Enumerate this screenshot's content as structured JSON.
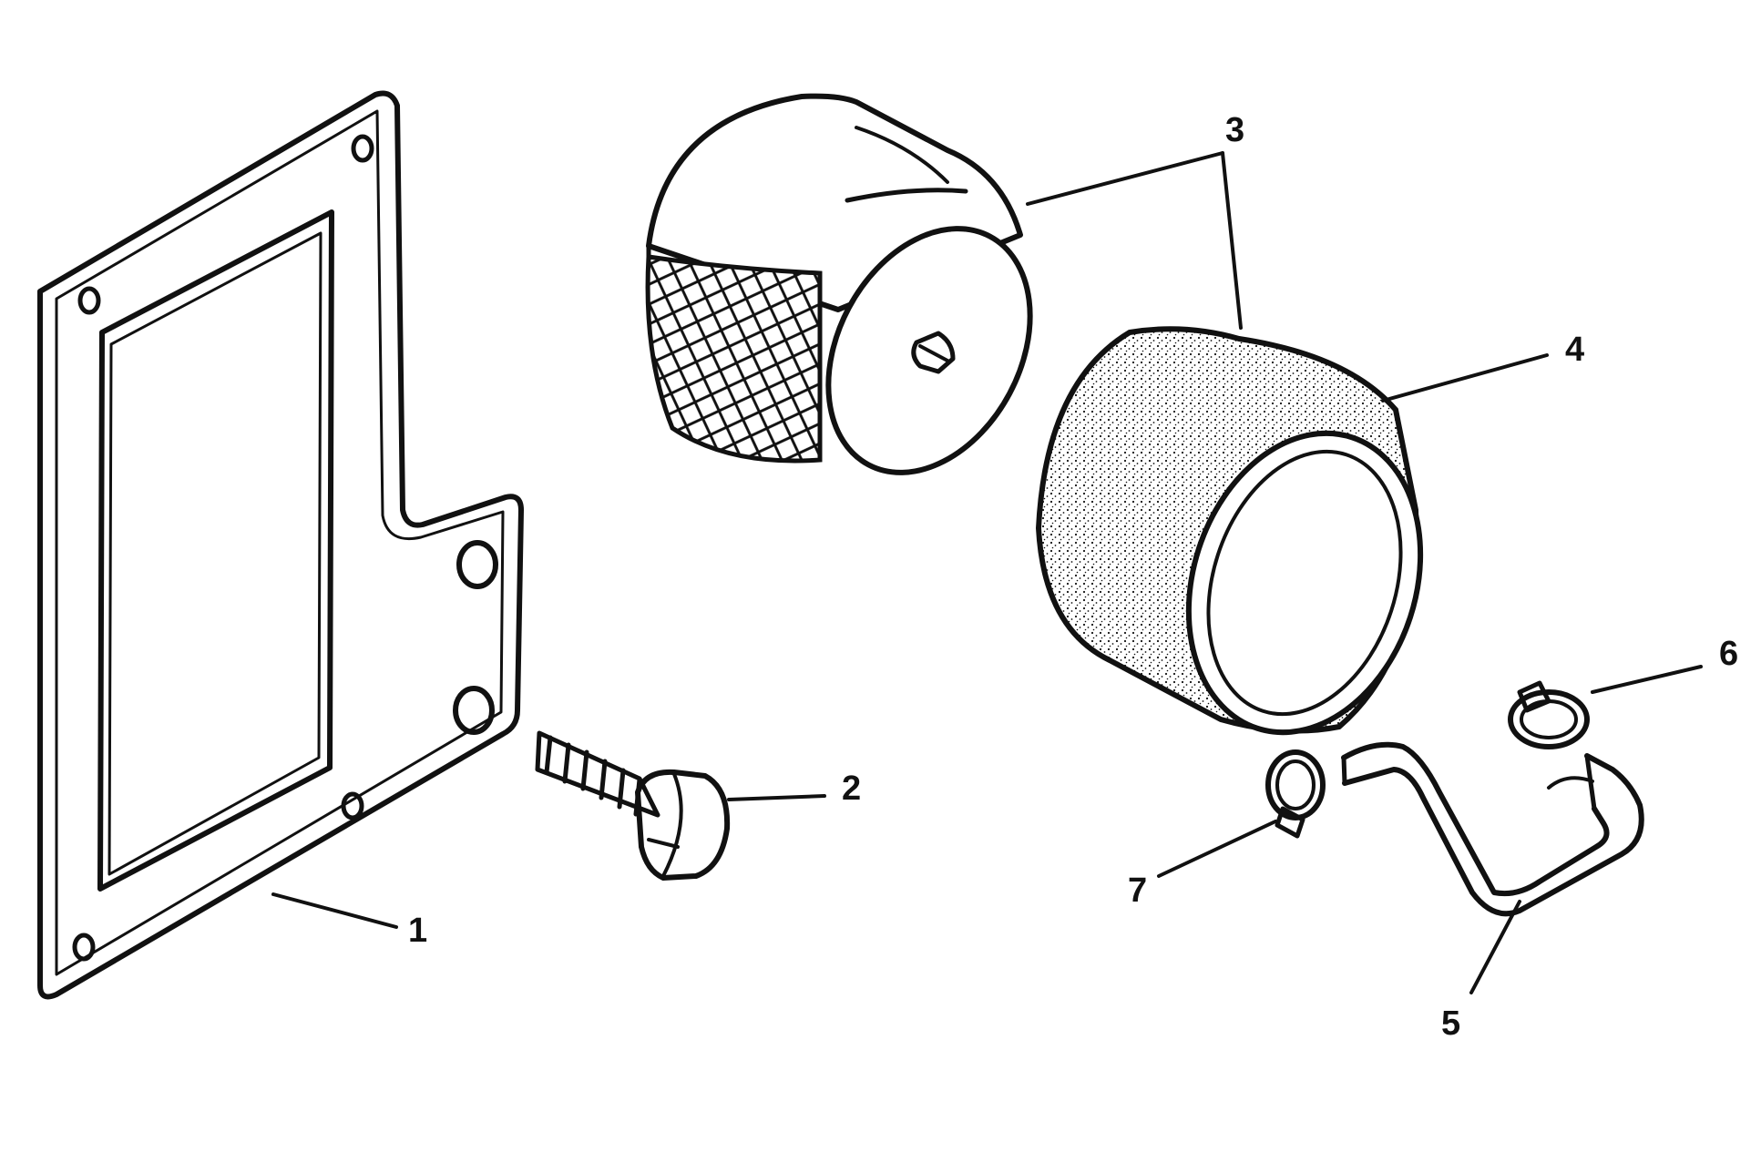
{
  "colors": {
    "ink": "#111111",
    "paper": "#ffffff"
  },
  "parts": [
    {
      "id": "gasket-plate",
      "number": "1"
    },
    {
      "id": "bolt",
      "number": "2"
    },
    {
      "id": "filter-element",
      "number": "3"
    },
    {
      "id": "foam-sleeve",
      "number": "4"
    },
    {
      "id": "hose",
      "number": "5"
    },
    {
      "id": "upper-hose-clamp",
      "number": "6"
    },
    {
      "id": "lower-hose-clamp",
      "number": "7"
    }
  ]
}
